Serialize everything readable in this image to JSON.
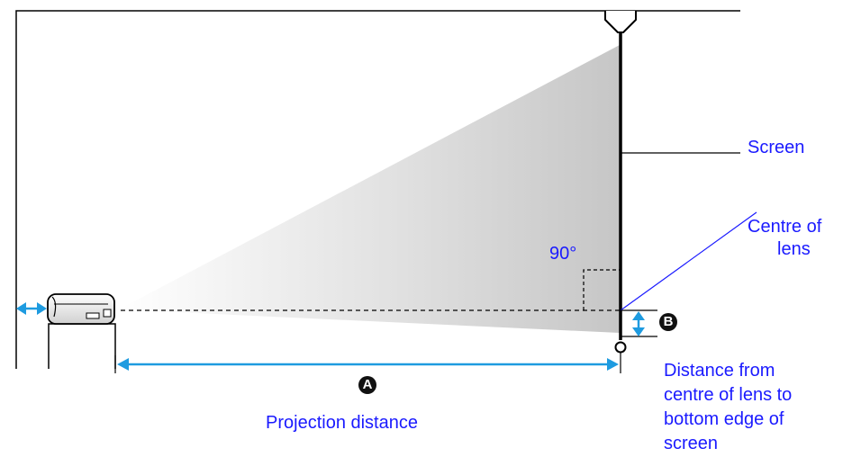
{
  "labels": {
    "screen": "Screen",
    "centre_of_lens": [
      "Centre of",
      "lens"
    ],
    "angle": "90°",
    "distance_a_marker": "A",
    "distance_b_marker": "B",
    "projection_distance": "Projection distance",
    "distance_b_description": [
      "Distance from",
      "centre of lens to",
      "bottom edge of",
      "screen"
    ]
  },
  "colors": {
    "label_text": "#1a1aff",
    "dimension_arrow": "#1e9be0",
    "outline": "#000000",
    "projection_beam": "#c8c8c8"
  }
}
